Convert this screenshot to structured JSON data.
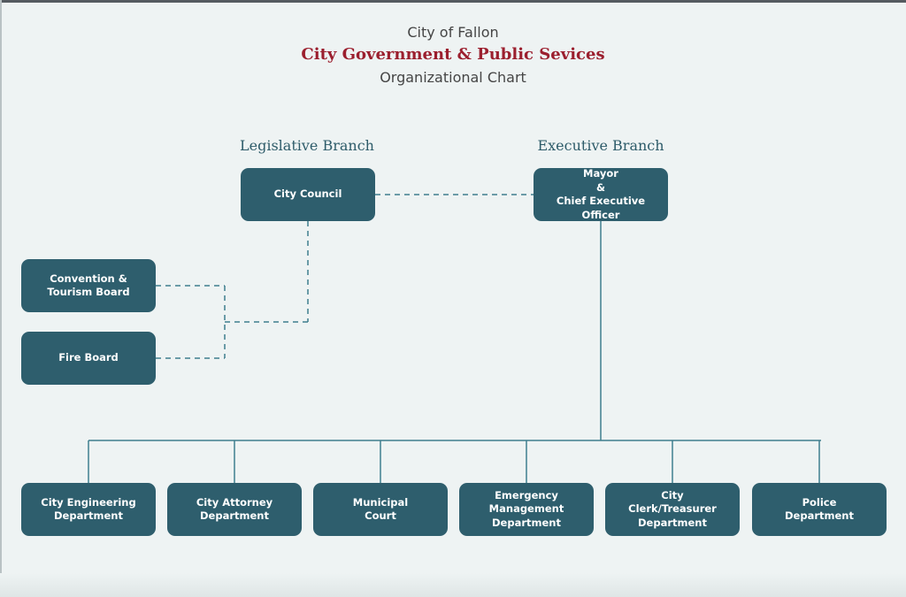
{
  "header": {
    "city": "City of Fallon",
    "title": "City Government & Public Sevices",
    "subtitle": "Organizational Chart"
  },
  "branches": {
    "legislative": "Legislative Branch",
    "executive": "Executive Branch"
  },
  "nodes": {
    "city_council": "City Council",
    "mayor": "Mayor\n&\nChief Executive Officer",
    "convention_board": "Convention &\nTourism Board",
    "fire_board": "Fire Board",
    "engineering": "City Engineering\nDepartment",
    "attorney": "City Attorney\nDepartment",
    "court": "Municipal\nCourt",
    "emergency": "Emergency\nManagement\nDepartment",
    "clerk": "City\nClerk/Treasurer\nDepartment",
    "police": "Police\nDepartment"
  },
  "colors": {
    "node_fill": "#2e5e6d",
    "title_red": "#9b1f2e",
    "branch_text": "#2e5c6a",
    "connector": "#3f7e8e",
    "background": "#eef3f3"
  }
}
